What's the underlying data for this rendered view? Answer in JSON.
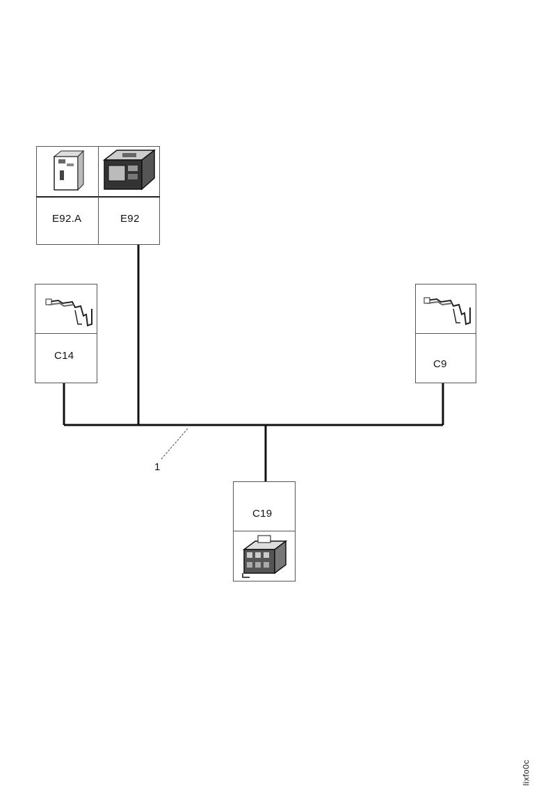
{
  "components": {
    "e92a": {
      "label": "E92.A",
      "icon": "relay-module-icon"
    },
    "e92": {
      "label": "E92",
      "icon": "control-unit-icon"
    },
    "c14": {
      "label": "C14",
      "icon": "connector-terminal-icon"
    },
    "c9": {
      "label": "C9",
      "icon": "connector-terminal-icon"
    },
    "c19": {
      "label": "C19",
      "icon": "multi-pin-connector-icon"
    }
  },
  "wiring": {
    "callout": "1"
  },
  "reference": "lixfo0c"
}
